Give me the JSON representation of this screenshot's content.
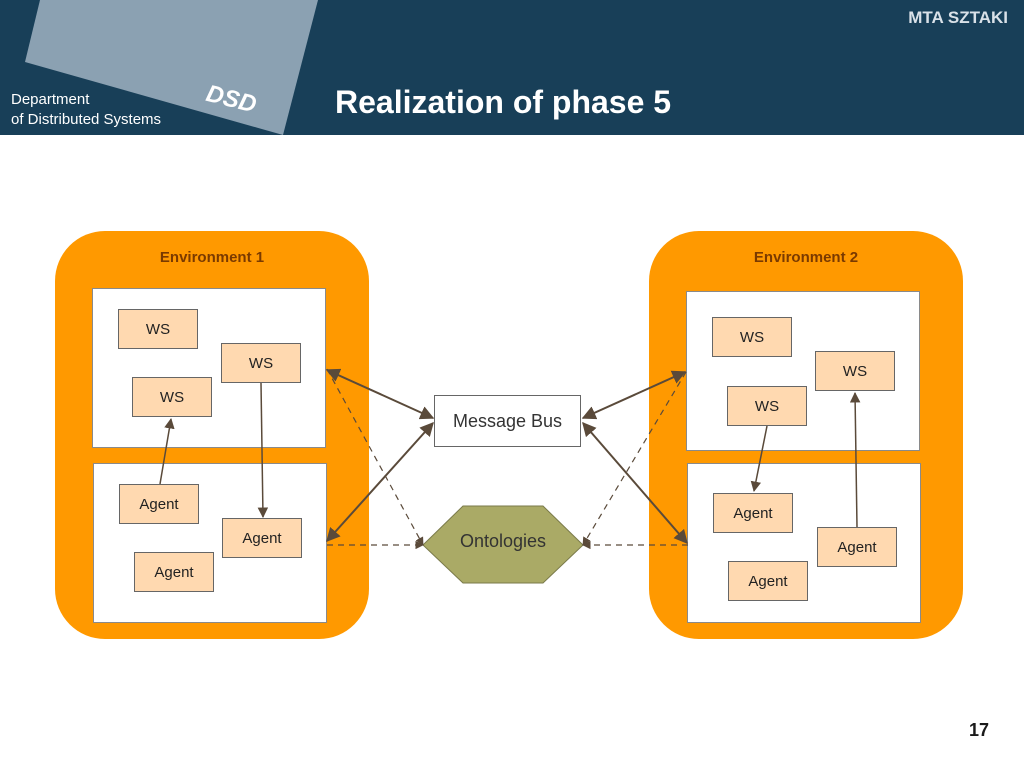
{
  "header": {
    "brand": "MTA SZTAKI",
    "logo_text": "DSD",
    "department_line1": "Department",
    "department_line2": "of Distributed Systems",
    "title": "Realization of phase 5"
  },
  "diagram": {
    "environment1": {
      "title": "Environment 1",
      "ws": [
        "WS",
        "WS",
        "WS"
      ],
      "agents": [
        "Agent",
        "Agent",
        "Agent"
      ]
    },
    "environment2": {
      "title": "Environment 2",
      "ws": [
        "WS",
        "WS",
        "WS"
      ],
      "agents": [
        "Agent",
        "Agent",
        "Agent"
      ]
    },
    "message_bus": "Message Bus",
    "ontologies": "Ontologies"
  },
  "footer": {
    "page_number": "17"
  },
  "colors": {
    "header_bg": "#183f58",
    "environment": "#ff9900",
    "node_fill": "#ffd9b0",
    "ontology_fill": "#aaaa66",
    "arrow": "#5a4a3a"
  }
}
